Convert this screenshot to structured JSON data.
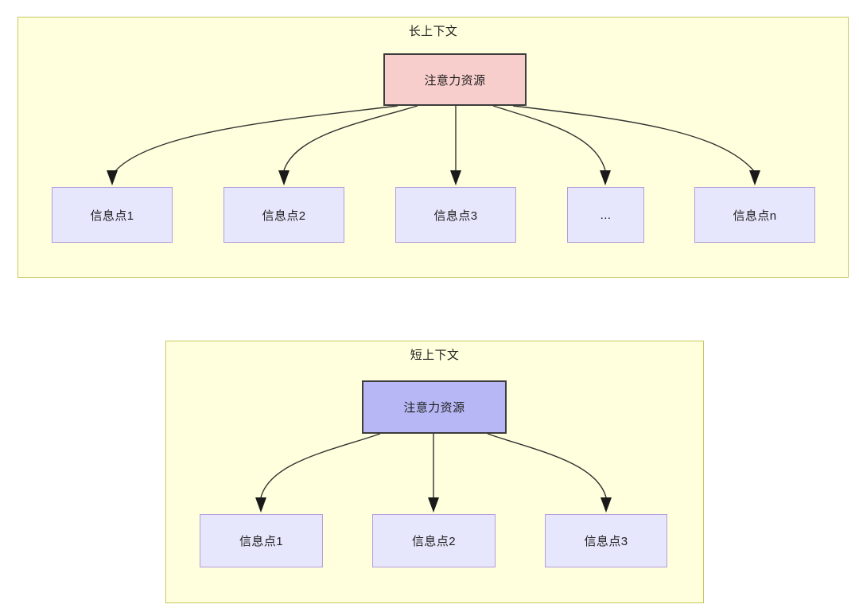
{
  "diagram": {
    "type": "flowchart",
    "panels": [
      {
        "id": "long-context",
        "title": "长上下文",
        "root": {
          "label": "注意力资源",
          "fill": "#f8cecc",
          "stroke": "#3c3c3c"
        },
        "children": [
          {
            "label": "信息点1",
            "fill": "#e6e6fd",
            "stroke": "#b49ddb"
          },
          {
            "label": "信息点2",
            "fill": "#e6e6fd",
            "stroke": "#b49ddb"
          },
          {
            "label": "信息点3",
            "fill": "#e6e6fd",
            "stroke": "#b49ddb"
          },
          {
            "label": "...",
            "fill": "#e6e6fd",
            "stroke": "#b49ddb"
          },
          {
            "label": "信息点n",
            "fill": "#e6e6fd",
            "stroke": "#b49ddb"
          }
        ],
        "panel_fill": "#ffffdd",
        "panel_stroke": "#c8c861"
      },
      {
        "id": "short-context",
        "title": "短上下文",
        "root": {
          "label": "注意力资源",
          "fill": "#b7b7f5",
          "stroke": "#3c3c3c"
        },
        "children": [
          {
            "label": "信息点1",
            "fill": "#e6e6fd",
            "stroke": "#b49ddb"
          },
          {
            "label": "信息点2",
            "fill": "#e6e6fd",
            "stroke": "#b49ddb"
          },
          {
            "label": "信息点3",
            "fill": "#e6e6fd",
            "stroke": "#b49ddb"
          }
        ],
        "panel_fill": "#ffffdd",
        "panel_stroke": "#c8c861"
      }
    ],
    "edge_color": "#333333",
    "text_color": "#1f1f1f"
  }
}
